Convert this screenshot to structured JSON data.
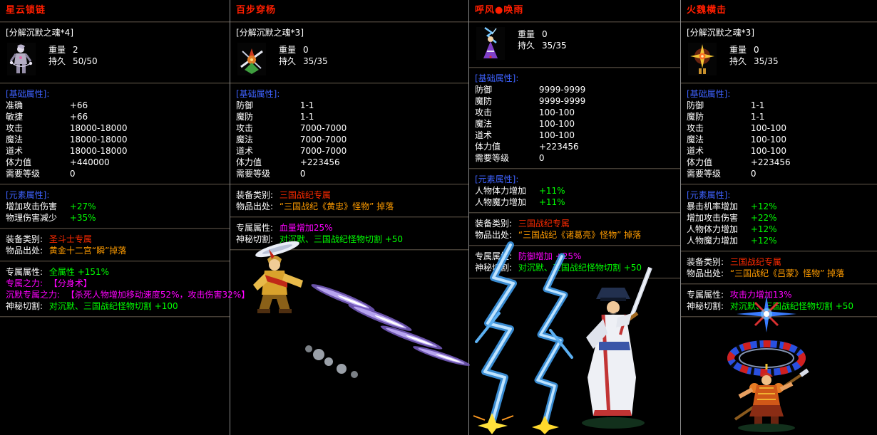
{
  "colors": {
    "title_red": "#ff1e00",
    "section_blue": "#3e62ff",
    "white": "#ffffff",
    "green": "#00ff00",
    "orange": "#ff9c00",
    "red": "#ff2a00",
    "magenta": "#ff00ff"
  },
  "panels": [
    {
      "title": "星云锁链",
      "decompose": "[分解沉默之魂*4]",
      "icon": "nebula-chain-item-icon",
      "weight_label": "重量",
      "weight_value": "2",
      "durability_label": "持久",
      "durability_value": "50/50",
      "base_header": "[基础属性]:",
      "base_stats": [
        {
          "name": "准确",
          "value": "+66"
        },
        {
          "name": "敏捷",
          "value": "+66"
        },
        {
          "name": "攻击",
          "value": "18000-18000"
        },
        {
          "name": "魔法",
          "value": "18000-18000"
        },
        {
          "name": "道术",
          "value": "18000-18000"
        },
        {
          "name": "体力值",
          "value": "+440000"
        },
        {
          "name": "需要等级",
          "value": "0"
        }
      ],
      "element_header": "[元素属性]:",
      "element_stats": [
        {
          "name": "增加攻击伤害",
          "value": "+27%"
        },
        {
          "name": "物理伤害减少",
          "value": "+35%"
        }
      ],
      "info_lines": [
        {
          "label": "装备类别:",
          "value": "圣斗士专属",
          "color": "red"
        },
        {
          "label": "物品出处:",
          "value": "黄金十二宫“瞬”掉落",
          "color": "orange"
        }
      ],
      "special_lines": [
        {
          "label": "专属属性:",
          "value": "全属性 +151%",
          "label_color": "white",
          "color": "green"
        },
        {
          "label": "专属之力:",
          "value": "【分身术】",
          "label_color": "magenta",
          "color": "magenta"
        },
        {
          "label": "沉默专属之力:",
          "value": "【杀死人物增加移动速度52%，攻击伤害32%】",
          "label_color": "magenta",
          "color": "magenta",
          "nowrap": true
        },
        {
          "label": "神秘切割:",
          "value": "对沉默、三国战纪怪物切割 +100",
          "label_color": "white",
          "color": "green"
        }
      ],
      "sprite": null
    },
    {
      "title": "百步穿杨",
      "decompose": "[分解沉默之魂*3]",
      "icon": "archer-item-icon",
      "weight_label": "重量",
      "weight_value": "0",
      "durability_label": "持久",
      "durability_value": "35/35",
      "base_header": "[基础属性]:",
      "base_stats": [
        {
          "name": "防御",
          "value": "1-1"
        },
        {
          "name": "魔防",
          "value": "1-1"
        },
        {
          "name": "攻击",
          "value": "7000-7000"
        },
        {
          "name": "魔法",
          "value": "7000-7000"
        },
        {
          "name": "道术",
          "value": "7000-7000"
        },
        {
          "name": "体力值",
          "value": "+223456"
        },
        {
          "name": "需要等级",
          "value": "0"
        }
      ],
      "element_header": null,
      "element_stats": [],
      "info_lines": [
        {
          "label": "装备类别:",
          "value": "三国战纪专属",
          "color": "red"
        },
        {
          "label": "物品出处:",
          "value": "“三国战纪《黄忠》怪物” 掉落",
          "color": "orange"
        }
      ],
      "special_lines": [
        {
          "label": "专属属性:",
          "value": "血量增加25%",
          "label_color": "white",
          "color": "magenta"
        },
        {
          "label": "神秘切割:",
          "value": "对沉默、三国战纪怪物切割 +50",
          "label_color": "white",
          "color": "green"
        }
      ],
      "sprite": "huangzhong-archer-arrow-volley-sprite"
    },
    {
      "title": "呼风●唤雨",
      "decompose": null,
      "icon": "stormcaller-item-icon",
      "weight_label": "重量",
      "weight_value": "0",
      "durability_label": "持久",
      "durability_value": "35/35",
      "base_header": "[基础属性]:",
      "base_stats": [
        {
          "name": "防御",
          "value": "9999-9999"
        },
        {
          "name": "魔防",
          "value": "9999-9999"
        },
        {
          "name": "攻击",
          "value": "100-100"
        },
        {
          "name": "魔法",
          "value": "100-100"
        },
        {
          "name": "道术",
          "value": "100-100"
        },
        {
          "name": "体力值",
          "value": "+223456"
        },
        {
          "name": "需要等级",
          "value": "0"
        }
      ],
      "element_header": "[元素属性]:",
      "element_stats": [
        {
          "name": "人物体力增加",
          "value": "+11%"
        },
        {
          "name": "人物魔力增加",
          "value": "+11%"
        }
      ],
      "info_lines": [
        {
          "label": "装备类别:",
          "value": "三国战纪专属",
          "color": "red"
        },
        {
          "label": "物品出处:",
          "value": "“三国战纪《诸葛亮》怪物” 掉落",
          "color": "orange"
        }
      ],
      "special_lines": [
        {
          "label": "专属属性:",
          "value": "防御增加 +25%",
          "label_color": "white",
          "color": "magenta"
        },
        {
          "label": "神秘切割:",
          "value": "对沉默、三国战纪怪物切割 +50",
          "label_color": "white",
          "color": "green"
        }
      ],
      "sprite": "zhugeliang-lightning-storm-sprite"
    },
    {
      "title": "火魏横击",
      "decompose": "[分解沉默之魂*3]",
      "icon": "fire-halo-item-icon",
      "weight_label": "重量",
      "weight_value": "0",
      "durability_label": "持久",
      "durability_value": "35/35",
      "base_header": "[基础属性]:",
      "base_stats": [
        {
          "name": "防御",
          "value": "1-1"
        },
        {
          "name": "魔防",
          "value": "1-1"
        },
        {
          "name": "攻击",
          "value": "100-100"
        },
        {
          "name": "魔法",
          "value": "100-100"
        },
        {
          "name": "道术",
          "value": "100-100"
        },
        {
          "name": "体力值",
          "value": "+223456"
        },
        {
          "name": "需要等级",
          "value": "0"
        }
      ],
      "element_header": "[元素属性]:",
      "element_stats": [
        {
          "name": "暴击机率增加",
          "value": "+12%"
        },
        {
          "name": "增加攻击伤害",
          "value": "+22%"
        },
        {
          "name": "人物体力增加",
          "value": "+12%"
        },
        {
          "name": "人物魔力增加",
          "value": "+12%"
        }
      ],
      "info_lines": [
        {
          "label": "装备类别:",
          "value": "三国战纪专属",
          "color": "red"
        },
        {
          "label": "物品出处:",
          "value": "“三国战纪《吕蒙》怪物” 掉落",
          "color": "orange"
        }
      ],
      "special_lines": [
        {
          "label": "专属属性:",
          "value": "攻击力增加13%",
          "label_color": "white",
          "color": "magenta"
        },
        {
          "label": "神秘切割:",
          "value": "对沉默、三国战纪怪物切割 +50",
          "label_color": "white",
          "color": "green"
        }
      ],
      "sprite": "lvmeng-halo-warrior-sprite"
    }
  ]
}
